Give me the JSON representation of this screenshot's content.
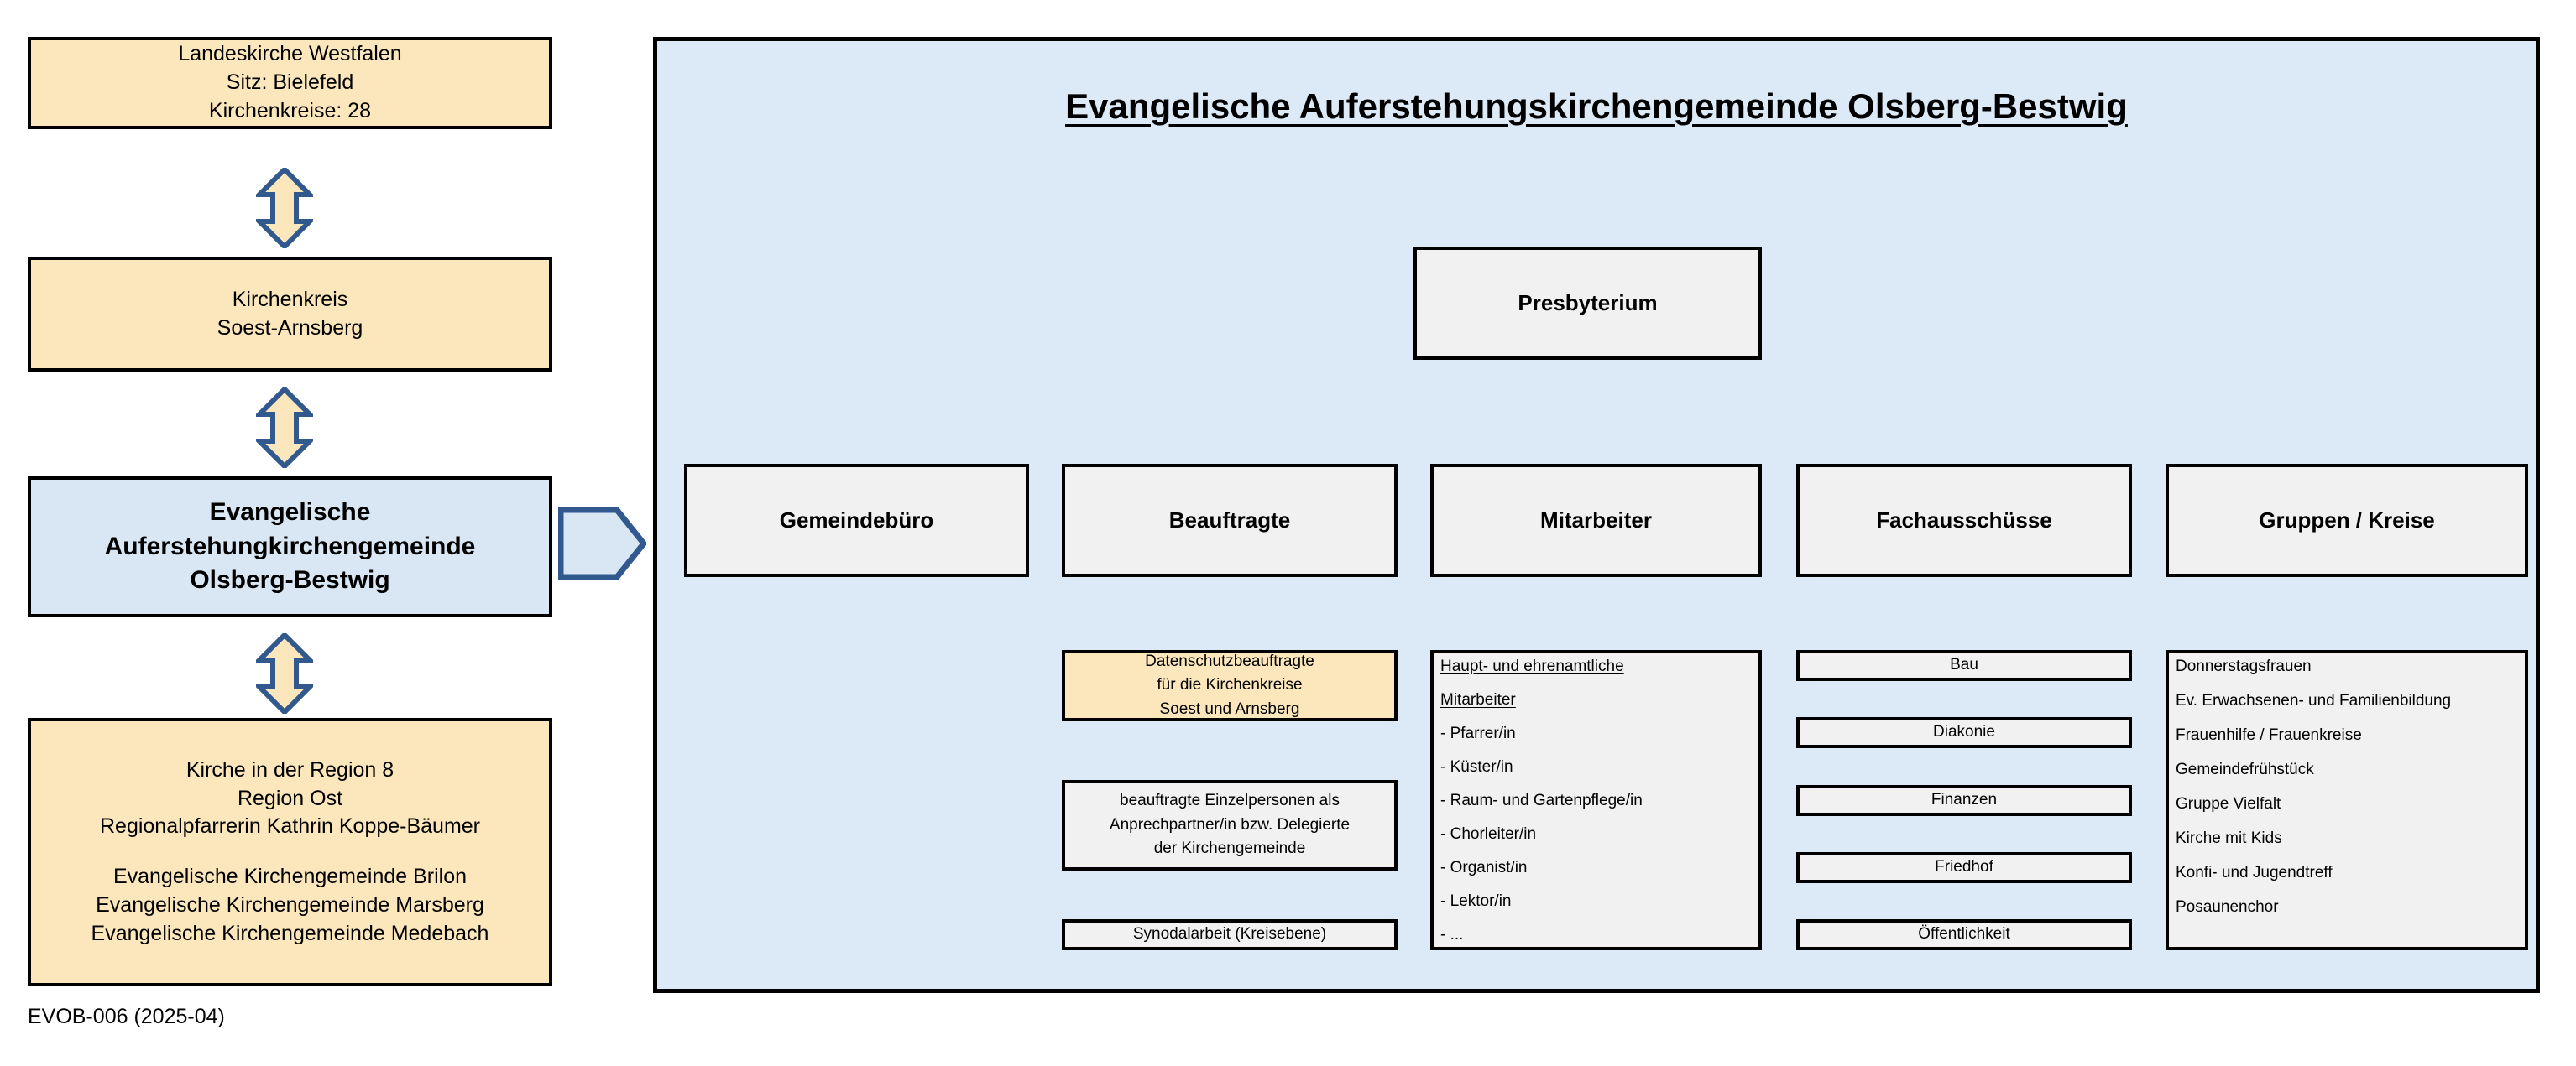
{
  "left_column": {
    "landeskirche": {
      "lines": [
        "Landeskirche Westfalen",
        "Sitz: Bielefeld",
        "Kirchenkreise: 28"
      ]
    },
    "kirchenkreis": {
      "lines": [
        "Kirchenkreis",
        "Soest-Arnsberg"
      ]
    },
    "gemeinde": {
      "lines": [
        "Evangelische",
        "Auferstehungkirchengemeinde",
        "Olsberg-Bestwig"
      ]
    },
    "region": {
      "lines_top": [
        "Kirche in der Region 8",
        "Region Ost",
        "Regionalpfarrerin Kathrin Koppe-Bäumer"
      ],
      "lines_bottom": [
        "Evangelische Kirchengemeinde Brilon",
        "Evangelische Kirchengemeinde Marsberg",
        "Evangelische Kirchengemeinde Medebach"
      ]
    },
    "footnote": "EVOB-006 (2025-04)"
  },
  "connectors": {
    "arrow_1": "double-headed-vertical-arrow",
    "arrow_2": "double-headed-vertical-arrow",
    "arrow_3": "double-headed-vertical-arrow",
    "arrow_right": "right-chevron-arrow"
  },
  "panel": {
    "title": "Evangelische Auferstehungskirchengemeinde Olsberg-Bestwig",
    "presbyterium": "Presbyterium",
    "categories": [
      {
        "label": "Gemeindebüro"
      },
      {
        "label": "Beauftragte"
      },
      {
        "label": "Mitarbeiter"
      },
      {
        "label": "Fachausschüsse"
      },
      {
        "label": "Gruppen / Kreise"
      }
    ],
    "beauftragte_items": {
      "datenschutz": [
        "Datenschutzbeauftragte",
        "für die Kirchenkreise",
        "Soest und Arnsberg"
      ],
      "einzelpersonen": [
        "beauftragte Einzelpersonen als",
        "Anprechpartner/in bzw. Delegierte",
        "der Kirchengemeinde"
      ],
      "synodalarbeit": "Synodalarbeit (Kreisebene)"
    },
    "mitarbeiter_items": [
      "Haupt- und ehrenamtliche",
      "Mitarbeiter",
      "- Pfarrer/in",
      "- Küster/in",
      "- Raum- und Gartenpflege/in",
      "- Chorleiter/in",
      "- Organist/in",
      "- Lektor/in",
      "- ..."
    ],
    "fachausschuesse_items": [
      "Bau",
      "Diakonie",
      "Finanzen",
      "Friedhof",
      "Öffentlichkeit"
    ],
    "gruppen_items": [
      "Donnerstagsfrauen",
      "Ev. Erwachsenen- und Familienbildung",
      "Frauenhilfe / Frauenkreise",
      "Gemeindefrühstück",
      "Gruppe Vielfalt",
      "Kirche mit Kids",
      "Konfi- und Jugendtreff",
      "Posaunenchor"
    ]
  },
  "colors": {
    "cream_fill": "#fce7bd",
    "panel_fill": "#dce9f7",
    "blue_fill": "#d9e7f5",
    "grey_fill": "#f1f1f1",
    "arrow_border": "#31598e",
    "outline": "#000000"
  }
}
